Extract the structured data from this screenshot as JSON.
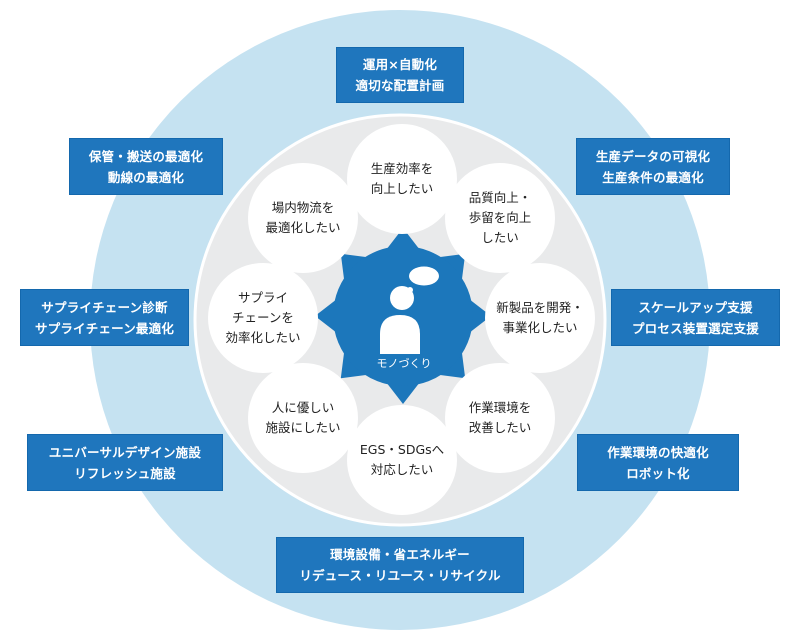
{
  "colors": {
    "outer_ring": "#c5e2f1",
    "inner_disc": "#e9eaeb",
    "inner_border": "#ffffff",
    "hub": "#1c77bb",
    "box": "#1f76bd",
    "bubble": "#ffffff",
    "text_dark": "#222222"
  },
  "hub": {
    "label": "モノづくり",
    "icon": "person-thinking-icon"
  },
  "needs": [
    {
      "lines": [
        "生産効率を",
        "向上したい"
      ]
    },
    {
      "lines": [
        "品質向上・",
        "歩留を向上",
        "したい"
      ]
    },
    {
      "lines": [
        "新製品を開発・",
        "事業化したい"
      ]
    },
    {
      "lines": [
        "作業環境を",
        "改善したい"
      ]
    },
    {
      "lines": [
        "EGS・SDGsへ",
        "対応したい"
      ]
    },
    {
      "lines": [
        "人に優しい",
        "施設にしたい"
      ]
    },
    {
      "lines": [
        "サプライ",
        "チェーンを",
        "効率化したい"
      ]
    },
    {
      "lines": [
        "場内物流を",
        "最適化したい"
      ]
    }
  ],
  "solutions": [
    {
      "lines": [
        "運用×自動化",
        "適切な配置計画"
      ]
    },
    {
      "lines": [
        "生産データの可視化",
        "生産条件の最適化"
      ]
    },
    {
      "lines": [
        "スケールアップ支援",
        "プロセス装置選定支援"
      ]
    },
    {
      "lines": [
        "作業環境の快適化",
        "ロボット化"
      ]
    },
    {
      "lines": [
        "環境設備・省エネルギー",
        "リデュース・リユース・リサイクル"
      ]
    },
    {
      "lines": [
        "ユニバーサルデザイン施設",
        "リフレッシュ施設"
      ]
    },
    {
      "lines": [
        "サプライチェーン診断",
        "サプライチェーン最適化"
      ]
    },
    {
      "lines": [
        "保管・搬送の最適化",
        "動線の最適化"
      ]
    }
  ]
}
